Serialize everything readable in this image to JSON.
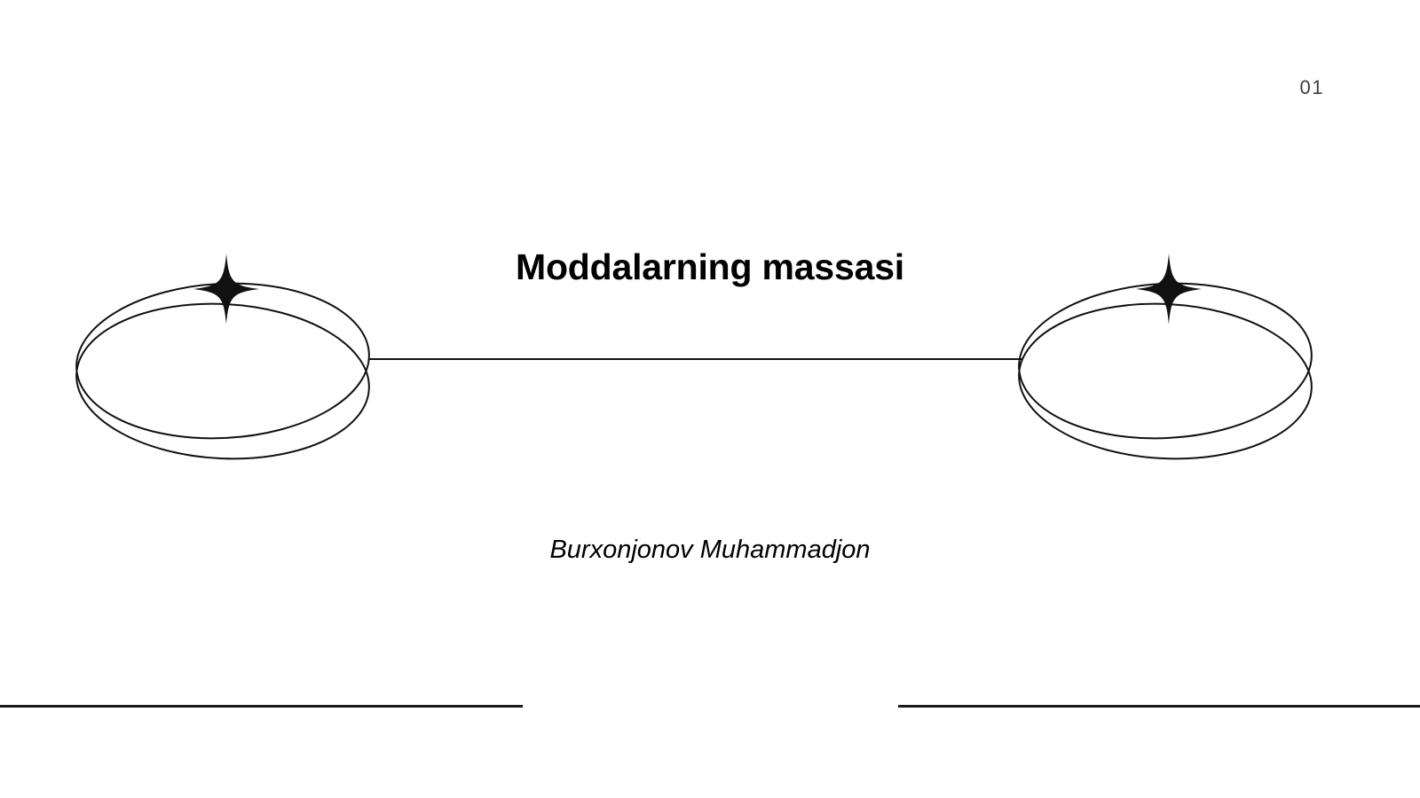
{
  "slide": {
    "page_number": "01",
    "title": "Moddalarning massasi",
    "author": "Burxonjonov Muhammadjon",
    "background_color": "#ffffff",
    "text_color": "#000000",
    "page_number_color": "#3c3c3c",
    "line_color": "#1a1a1a"
  },
  "decorations": {
    "left_ornament": {
      "name": "orbit-sparkle-ornament",
      "star_glyph": "four-pointed-star"
    },
    "right_ornament": {
      "name": "orbit-sparkle-ornament",
      "star_glyph": "four-pointed-star"
    },
    "connector": {
      "name": "horizontal-connector-line"
    },
    "bottom_rules": [
      {
        "name": "bottom-rule-left"
      },
      {
        "name": "bottom-rule-right"
      }
    ]
  }
}
